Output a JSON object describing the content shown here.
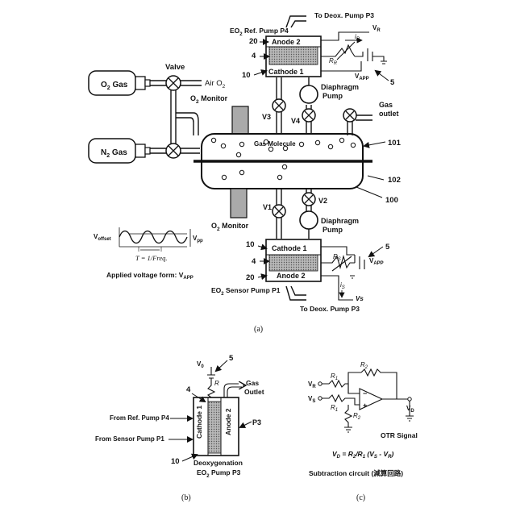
{
  "panel_a": {
    "caption": "(a)",
    "o2_gas": "O",
    "o2_gas_sub": "2",
    "o2_gas_tail": " Gas",
    "n2_gas": "N",
    "n2_gas_sub": "2",
    "n2_gas_tail": " Gas",
    "valve": "Valve",
    "air_o2": "Air O",
    "air_o2_sub": "2",
    "o2_monitor_top": "O",
    "o2_monitor_top_sub": "2",
    "o2_monitor_top_tail": " Monitor",
    "o2_monitor_bottom": "O",
    "o2_monitor_bottom_sub": "2",
    "o2_monitor_bottom_tail": " Monitor",
    "gas_molecule": "Gas Molecule",
    "gas_outlet_1": "Gas",
    "gas_outlet_2": "outlet",
    "ref_pump_title": "EO",
    "ref_pump_title_sub": "2",
    "ref_pump_title_tail": " Ref. Pump P4",
    "to_deox_top": "To Deox. Pump P3",
    "anode2_top": "Anode 2",
    "cathode1_top": "Cathode 1",
    "label_20_top": "20",
    "label_4_top": "4",
    "label_10_top": "10",
    "label_5_top": "5",
    "vr": "V",
    "vr_sub": "R",
    "ir": "i",
    "ir_sub": "R",
    "rr": "R",
    "rr_sub": "R",
    "vapp_top": "V",
    "vapp_top_sub": "APP",
    "diaphragm_pump_top_1": "Diaphragm",
    "diaphragm_pump_top_2": "Pump",
    "v3": "V3",
    "v4": "V4",
    "v1": "V1",
    "v2": "V2",
    "label_101": "101",
    "label_102": "102",
    "label_100": "100",
    "diaphragm_pump_bottom_1": "Diaphragm",
    "diaphragm_pump_bottom_2": "Pump",
    "cathode1_bottom": "Cathode 1",
    "anode2_bottom": "Anode 2",
    "label_10_bottom": "10",
    "label_4_bottom": "4",
    "label_20_bottom": "20",
    "label_5_bottom": "5",
    "rs": "R",
    "rs_sub": "S",
    "is": "i",
    "is_sub": "S",
    "vs": "Vs",
    "vapp_bottom": "V",
    "vapp_bottom_sub": "APP",
    "sensor_pump_title": "EO",
    "sensor_pump_title_sub": "2",
    "sensor_pump_title_tail": " Sensor Pump P1",
    "to_deox_bottom": "To Deox. Pump P3",
    "v_offset": "V",
    "v_offset_sub": "offset",
    "v_pp": "V",
    "v_pp_sub": "pp",
    "period": "T = 1/Freq.",
    "applied_voltage": "Applied voltage form: V",
    "applied_voltage_sub": "APP"
  },
  "panel_b": {
    "caption": "(b)",
    "v0": "V",
    "v0_sub": "0",
    "label_5": "5",
    "r": "R",
    "label_4": "4",
    "gas_outlet_1": "Gas",
    "gas_outlet_2": "Outlet",
    "from_ref": "From Ref. Pump P4",
    "from_sensor": "From Sensor Pump P1",
    "cathode1": "Cathode 1",
    "anode2": "Anode 2",
    "p3": "P3",
    "label_10": "10",
    "deox_1": "Deoxygenation",
    "deox_2": "EO",
    "deox_2_sub": "2",
    "deox_2_tail": " Pump P3"
  },
  "panel_c": {
    "caption": "(c)",
    "r2_top": "R",
    "r2_top_sub": "2",
    "r1_a": "R",
    "r1_a_sub": "1",
    "r1_b": "R",
    "r1_b_sub": "1",
    "r2_bottom": "R",
    "r2_bottom_sub": "2",
    "vr": "V",
    "vr_sub": "R",
    "vs": "V",
    "vs_sub": "S",
    "vd": "V",
    "vd_sub": "D",
    "minus": "−",
    "plus": "+",
    "otr_signal": "OTR Signal",
    "formula": "V",
    "formula_sub": "D",
    "formula_tail": " = R",
    "formula_r2_sub": "2",
    "formula_mid": "/R",
    "formula_r1_sub": "1",
    "formula_end": " (V",
    "formula_vs_sub": "S",
    "formula_dash": " - V",
    "formula_vr_sub": "R",
    "formula_close": ")",
    "subtraction": "Subtraction circuit (減算回路)"
  }
}
